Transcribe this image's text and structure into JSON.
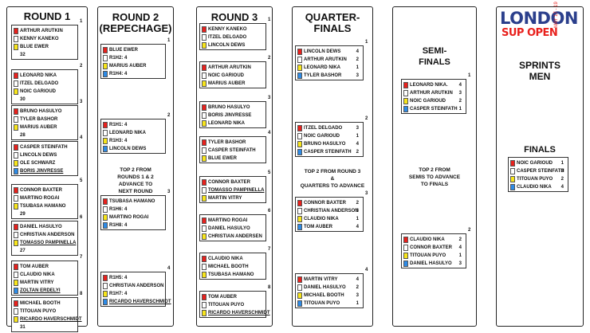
{
  "colors": {
    "red": "#e8211d",
    "white": "#ffffff",
    "yellow": "#f7e51b",
    "blue": "#2e8be6"
  },
  "round1": {
    "title": "ROUND 1",
    "heats": [
      {
        "num": "1",
        "names": [
          "ARTHUR ARUTKIN",
          "KENNY KANEKO",
          "BLUE EWER"
        ],
        "result": "32"
      },
      {
        "num": "2",
        "names": [
          "LEONARD NIKA",
          "ITZEL DELGADO",
          "NOIC GARIOUD"
        ],
        "result": "30"
      },
      {
        "num": "3",
        "names": [
          "BRUNO HASULYO",
          "TYLER BASHOR",
          "MARIUS AUBER"
        ],
        "result": "28"
      },
      {
        "num": "4",
        "names": [
          "CASPER STEINFATH",
          "LINCOLN DEWS",
          "OLE SCHWARZ",
          "BORIS JINVRESSE"
        ],
        "result": ""
      },
      {
        "num": "5",
        "names": [
          "CONNOR BAXTER",
          "MARTINO ROGAI",
          "TSUBASA HAMANO"
        ],
        "result": "29"
      },
      {
        "num": "6",
        "names": [
          "DANIEL HASULYO",
          "CHRISTIAN ANDERSON",
          "TOMASSO PAMPINELLA"
        ],
        "result": "27"
      },
      {
        "num": "7",
        "names": [
          "TOM AUBER",
          "CLAUDIO NIKA",
          "MARTIN VITRY",
          "ZOLTAN ERDELYI"
        ],
        "result": ""
      },
      {
        "num": "8",
        "names": [
          "MICHAEL BOOTH",
          "TITOUAN PUYO",
          "RICARDO HAVERSCHMIDT"
        ],
        "result": "31"
      }
    ]
  },
  "round2": {
    "title": "ROUND 2\n(REPECHAGE)",
    "heats": [
      {
        "num": "1",
        "names": [
          "BLUE EWER",
          "R1H2: 4",
          "MARIUS AUBER",
          "R1H4: 4"
        ]
      },
      {
        "num": "2",
        "names": [
          "R1H1: 4",
          "LEONARD NIKA",
          "R1H3: 4",
          "LINCOLN DEWS"
        ]
      },
      {
        "num": "3",
        "names": [
          "TSUBASA HAMANO",
          "R1H6: 4",
          "MARTINO ROGAI",
          "R1H8: 4"
        ]
      },
      {
        "num": "4",
        "names": [
          "R1H5: 4",
          "CHRISTIAN ANDERSON",
          "R1H7: 4",
          "RICARDO HAVERSCHMIDT"
        ]
      }
    ],
    "note": "TOP 2 FROM\nROUNDS 1 & 2\nADVANCE TO\nNEXT ROUND"
  },
  "round3": {
    "title": "ROUND 3",
    "heats": [
      {
        "num": "1",
        "names": [
          "KENNY KANEKO",
          "ITZEL DELGADO",
          "LINCOLN DEWS"
        ]
      },
      {
        "num": "2",
        "names": [
          "ARTHUR ARUTKIN",
          "NOIC GARIOUD",
          "MARIUS AUBER"
        ]
      },
      {
        "num": "3",
        "names": [
          "BRUNO HASULYO",
          "BORIS JINVRESSE",
          "LEONARD NIKA"
        ]
      },
      {
        "num": "4",
        "names": [
          "TYLER BASHOR",
          "CASPER STEINFATH",
          "BLUE EWER"
        ]
      },
      {
        "num": "5",
        "names": [
          "CONNOR BAXTER",
          "TOMASSO PAMPINELLA",
          "MARTIN VITRY"
        ]
      },
      {
        "num": "6",
        "names": [
          "MARTINO ROGAI",
          "DANIEL HASULYO",
          "CHRISTIAN ANDERSEN"
        ]
      },
      {
        "num": "7",
        "names": [
          "CLAUDIO NIKA",
          "MICHAEL BOOTH",
          "TSUBASA HAMANO"
        ]
      },
      {
        "num": "8",
        "names": [
          "TOM AUBER",
          "TITOUAN PUYO",
          "RICARDO HAVERSCHMIDT"
        ]
      }
    ]
  },
  "quarterfinals": {
    "title": "QUARTER-\nFINALS",
    "heats": [
      {
        "num": "1",
        "names": [
          "LINCOLN DEWS",
          "ARTHUR ARUTKIN",
          "LEONARD NIKA",
          "TYLER BASHOR"
        ],
        "scores": [
          "4",
          "2",
          "1",
          "3"
        ]
      },
      {
        "num": "2",
        "names": [
          "ITZEL DELGADO",
          "NOIC GARIOUD",
          "BRUNO HASULYO",
          "CASPER STEINFATH"
        ],
        "scores": [
          "3",
          "1",
          "4",
          "2"
        ]
      },
      {
        "num": "3",
        "names": [
          "CONNOR BAXTER",
          "CHRISTIAN ANDERSON",
          "CLAUDIO NIKA",
          "TOM AUBER"
        ],
        "scores": [
          "2",
          "3",
          "1",
          "4"
        ]
      },
      {
        "num": "4",
        "names": [
          "MARTIN VITRY",
          "DANIEL HASULYO",
          "MICHAEL BOOTH",
          "TITOUAN PUYO"
        ],
        "scores": [
          "4",
          "2",
          "3",
          "1"
        ]
      }
    ],
    "note": "TOP 2 FROM ROUND 3\n&\nQUARTERS TO ADVANCE"
  },
  "semifinals": {
    "title": "SEMI-\nFINALS",
    "heats": [
      {
        "num": "1",
        "names": [
          "LEONARD NIKA.",
          "ARTHUR ARUTKIN",
          "NOIC GARIOUD",
          "CASPER STEINFATH"
        ],
        "scores": [
          "4",
          "3",
          "2",
          "1"
        ]
      },
      {
        "num": "2",
        "names": [
          "CLAUDIO NIKA",
          "CONNOR BAXTER",
          "TITOUAN PUYO",
          "DANIEL HASULYO"
        ],
        "scores": [
          "2",
          "4",
          "1",
          "3"
        ]
      }
    ],
    "note": "TOP 2 FROM\nSEMIS TO ADVANCE\nTO FINALS"
  },
  "finals": {
    "logo_top": "LONDON",
    "logo_bottom": "SUP OPEN",
    "logo_date": "MAY 17 - 19",
    "heading": "SPRINTS\nMEN",
    "title": "FINALS",
    "names": [
      "NOIC GARIOUD",
      "CASPER STEINFATH",
      "TITOUAN PUYO",
      "CLAUDIO NIKA"
    ],
    "scores": [
      "1",
      "3",
      "2",
      "4"
    ]
  }
}
